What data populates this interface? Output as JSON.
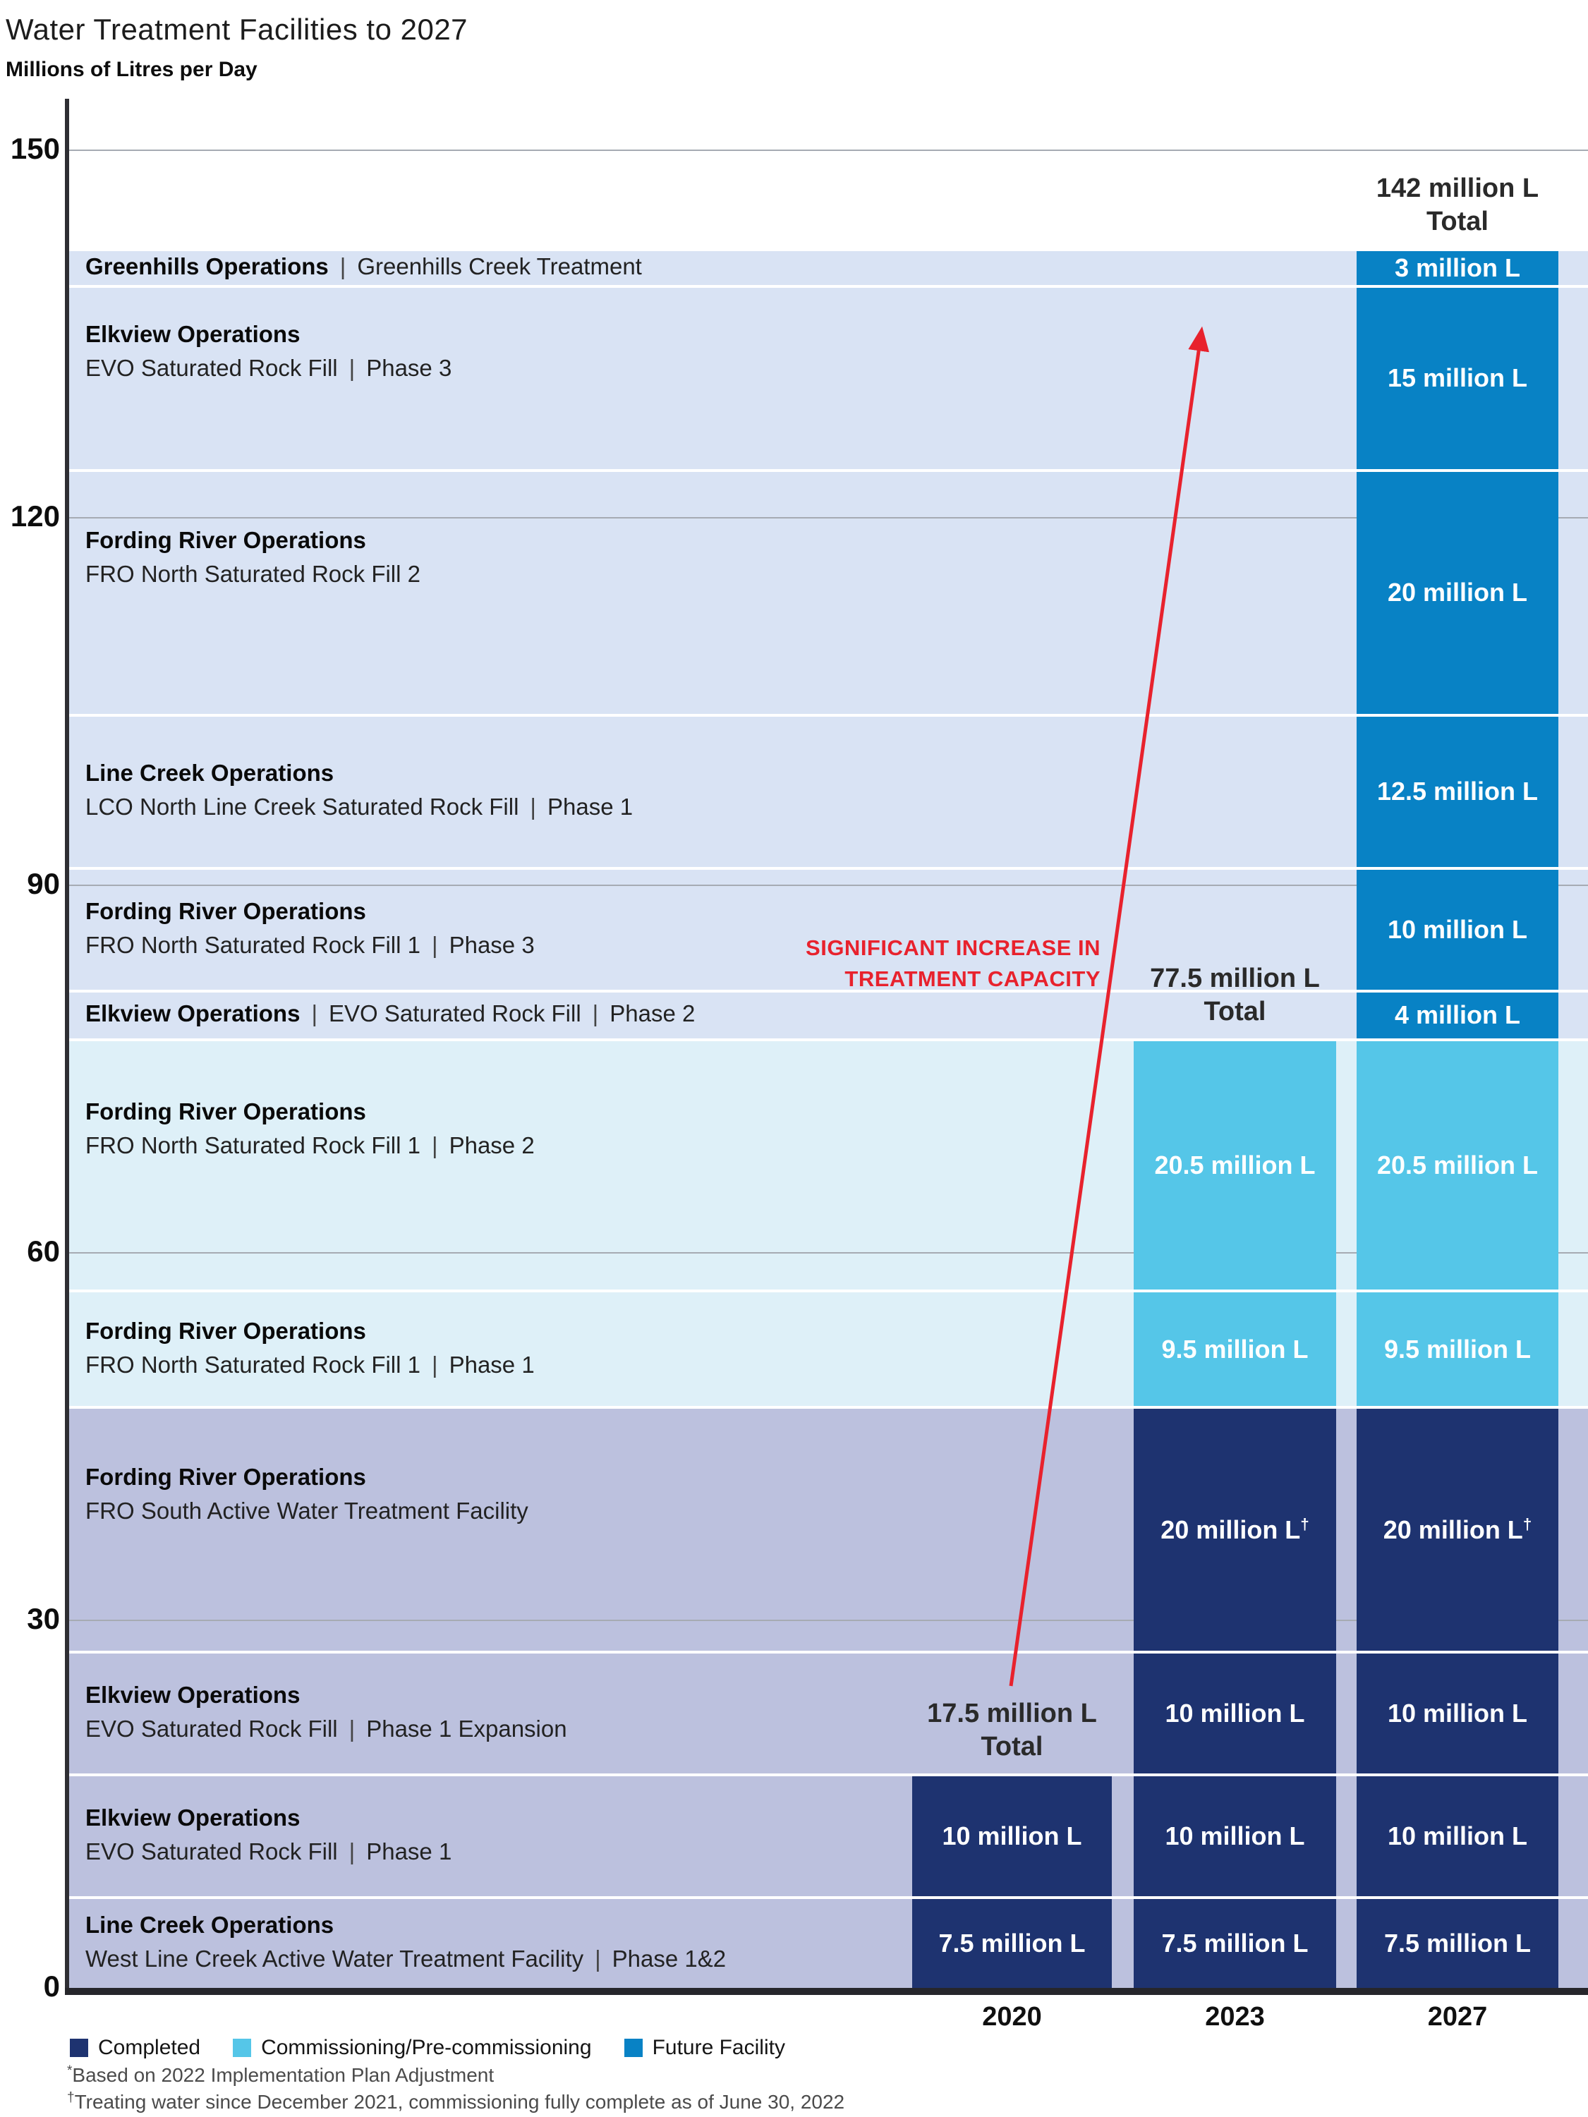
{
  "title": "Water Treatment Facilities to 2027",
  "subtitle": "Millions of Litres per Day",
  "annotation": {
    "lines": [
      "SIGNIFICANT INCREASE IN",
      "TREATMENT CAPACITY"
    ],
    "color": "#e8222d"
  },
  "legend": [
    {
      "label": "Completed",
      "status": "completed"
    },
    {
      "label": "Commissioning/Pre-commissioning",
      "status": "commissioning"
    },
    {
      "label": "Future Facility",
      "status": "future"
    }
  ],
  "footnotes": [
    {
      "marker": "*",
      "text": "Based on 2022 Implementation Plan Adjustment"
    },
    {
      "marker": "†",
      "text": "Treating water since December 2021, commissioning fully complete as of June 30, 2022"
    }
  ],
  "colors": {
    "completed": "#1e3370",
    "commissioning": "#55c6e8",
    "future": "#0882c5",
    "band_completed": "#bcc1de",
    "band_commissioning": "#def0f8",
    "band_future": "#d9e3f4",
    "gridline": "#a6abb3",
    "axis": "#2e2e33",
    "red": "#e8222d",
    "bar_text": "#ffffff"
  },
  "chart_data": {
    "type": "bar",
    "stacked": true,
    "title": "Water Treatment Facilities to 2027",
    "ylabel": "Millions of Litres per Day",
    "ylim": [
      0,
      150
    ],
    "yticks": [
      0,
      30,
      60,
      90,
      120,
      150
    ],
    "grid": true,
    "categories": [
      "2020",
      "2023",
      "2027"
    ],
    "totals": [
      {
        "category": "2020",
        "label": "17.5 million L",
        "caption": "Total"
      },
      {
        "category": "2023",
        "label": "77.5 million L",
        "caption": "Total"
      },
      {
        "category": "2027",
        "label": "142 million L",
        "caption": "Total"
      }
    ],
    "rows": [
      {
        "operation": "Greenhills Operations",
        "details": [
          "Greenhills Creek Treatment"
        ],
        "layout": "inline",
        "value": 3,
        "status": "future",
        "label": "3 million L",
        "years": [
          "2027"
        ]
      },
      {
        "operation": "Elkview Operations",
        "details": [
          "EVO Saturated Rock Fill",
          "Phase 3"
        ],
        "layout": "two-line",
        "value": 15,
        "status": "future",
        "label": "15 million L",
        "years": [
          "2027"
        ]
      },
      {
        "operation": "Fording River Operations",
        "details": [
          "FRO North Saturated Rock Fill 2"
        ],
        "layout": "two-line",
        "value": 20,
        "status": "future",
        "label": "20 million L",
        "years": [
          "2027"
        ]
      },
      {
        "operation": "Line Creek Operations",
        "details": [
          "LCO North Line Creek Saturated Rock Fill",
          "Phase 1"
        ],
        "layout": "two-line",
        "value": 12.5,
        "status": "future",
        "label": "12.5 million L",
        "years": [
          "2027"
        ]
      },
      {
        "operation": "Fording River Operations",
        "details": [
          "FRO North Saturated Rock Fill 1",
          "Phase 3"
        ],
        "layout": "two-line",
        "value": 10,
        "status": "future",
        "label": "10 million L",
        "years": [
          "2027"
        ]
      },
      {
        "operation": "Elkview Operations",
        "details": [
          "EVO Saturated Rock Fill",
          "Phase 2"
        ],
        "layout": "inline",
        "value": 4,
        "status": "future",
        "label": "4 million L",
        "years": [
          "2027"
        ]
      },
      {
        "operation": "Fording River Operations",
        "details": [
          "FRO North Saturated Rock Fill 1",
          "Phase 2"
        ],
        "layout": "two-line",
        "value": 20.5,
        "status": "commissioning",
        "label": "20.5 million L",
        "years": [
          "2023",
          "2027"
        ]
      },
      {
        "operation": "Fording River Operations",
        "details": [
          "FRO North Saturated Rock Fill 1",
          "Phase 1"
        ],
        "layout": "two-line",
        "value": 9.5,
        "status": "commissioning",
        "label": "9.5 million L",
        "years": [
          "2023",
          "2027"
        ]
      },
      {
        "operation": "Fording River Operations",
        "details": [
          "FRO South Active Water Treatment Facility"
        ],
        "layout": "two-line",
        "value": 20,
        "status": "completed",
        "label": "20 million L†",
        "years": [
          "2023",
          "2027"
        ]
      },
      {
        "operation": "Elkview Operations",
        "details": [
          "EVO Saturated Rock Fill",
          "Phase 1 Expansion"
        ],
        "layout": "two-line",
        "value": 10,
        "status": "completed",
        "label": "10 million L",
        "years": [
          "2023",
          "2027"
        ]
      },
      {
        "operation": "Elkview Operations",
        "details": [
          "EVO Saturated Rock Fill",
          "Phase 1"
        ],
        "layout": "two-line",
        "value": 10,
        "status": "completed",
        "label": "10 million L",
        "years": [
          "2020",
          "2023",
          "2027"
        ]
      },
      {
        "operation": "Line Creek Operations",
        "details": [
          "West Line Creek Active Water Treatment Facility",
          "Phase 1&2"
        ],
        "layout": "two-line",
        "value": 7.5,
        "status": "completed",
        "label": "7.5 million L",
        "years": [
          "2020",
          "2023",
          "2027"
        ]
      }
    ]
  }
}
